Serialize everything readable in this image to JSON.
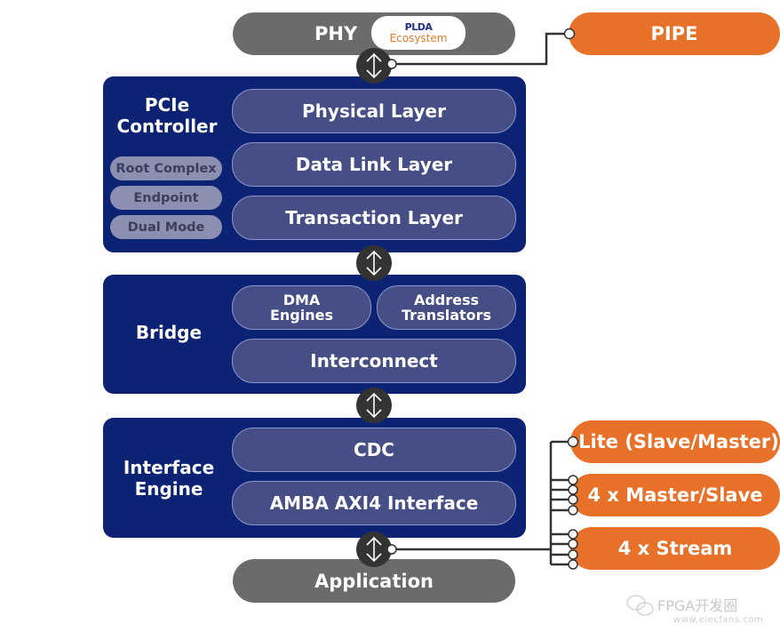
{
  "diagram": {
    "top": {
      "phy_label": "PHY",
      "logo_top": "PLDA",
      "logo_bottom": "Ecosystem",
      "pipe_label": "PIPE"
    },
    "pcie_controller": {
      "title_line1": "PCIe",
      "title_line2": "Controller",
      "modes": [
        "Root Complex",
        "Endpoint",
        "Dual Mode"
      ],
      "layers": [
        "Physical Layer",
        "Data Link Layer",
        "Transaction Layer"
      ]
    },
    "bridge": {
      "title": "Bridge",
      "dma_line1": "DMA",
      "dma_line2": "Engines",
      "addr_line1": "Address",
      "addr_line2": "Translators",
      "interconnect": "Interconnect"
    },
    "interface_engine": {
      "title_line1": "Interface",
      "title_line2": "Engine",
      "layers": [
        "CDC",
        "AMBA AXI4 Interface"
      ]
    },
    "bottom": {
      "application_label": "Application"
    },
    "axi_ports": [
      "Lite (Slave/Master)",
      "4 x Master/Slave",
      "4 x Stream"
    ],
    "arrow_icon": "bidirectional-arrow-icon",
    "colors": {
      "navy": "#0c2373",
      "layer": "#464e86",
      "gray": "#6b6b6b",
      "orange": "#e8712a",
      "connector": "#333333"
    },
    "watermark": {
      "text": "FPGA开发圈",
      "url": "www.elecfans.com"
    }
  }
}
